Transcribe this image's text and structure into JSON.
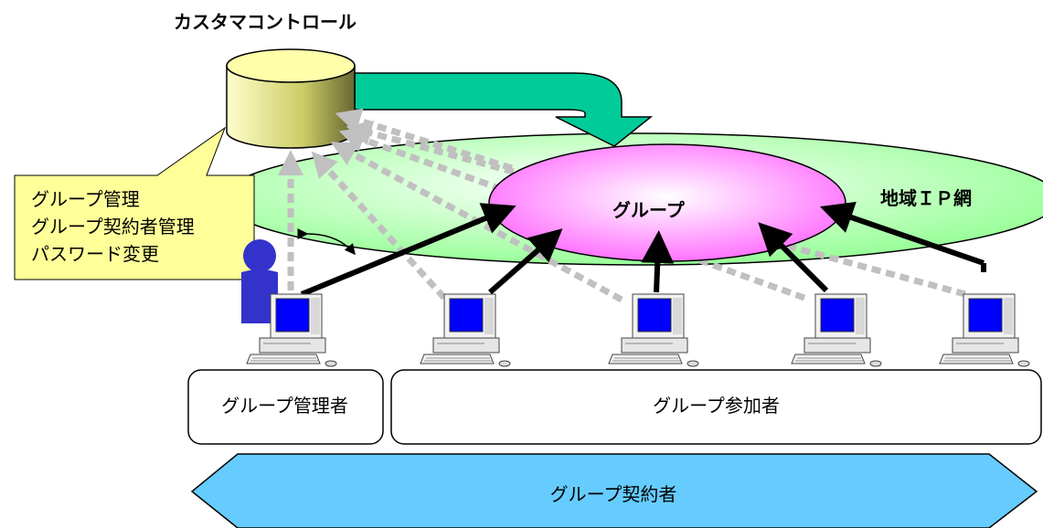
{
  "diagram": {
    "title": "カスタマコントロール",
    "group_label": "グループ",
    "network_label": "地域ＩＰ網",
    "callout_lines": [
      "グループ管理",
      "グループ契約者管理",
      "パスワード変更"
    ],
    "admin_label": "グループ管理者",
    "participant_label": "グループ参加者",
    "contractor_label": "グループ契約者",
    "colors": {
      "network_fill": "#99ff99",
      "group_fill": "#ff66ff",
      "database_fill": "#e8e890",
      "arrow_fill": "#00cc99",
      "callout_fill": "#ffff99",
      "person_fill": "#3333cc",
      "contractor_fill": "#66ccff",
      "dashed_line": "#c0c0c0",
      "screen_fill": "#0000ff"
    },
    "icons": [
      "database-icon",
      "person-icon",
      "computer-icon"
    ]
  }
}
